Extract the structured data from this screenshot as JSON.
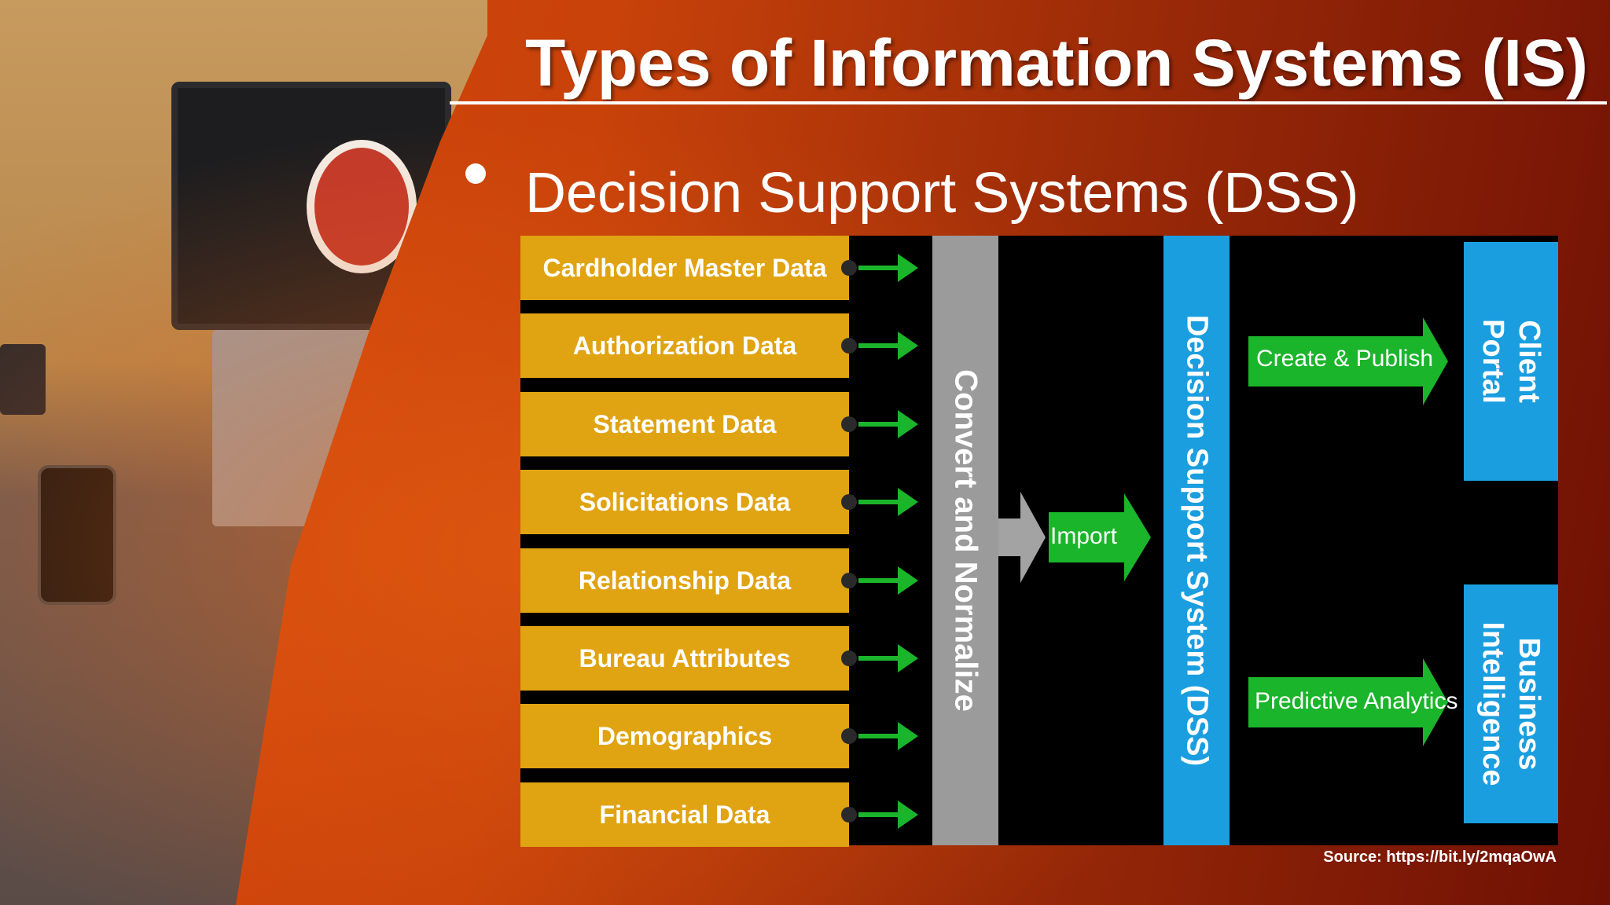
{
  "slide": {
    "title": "Types of Information Systems (IS)",
    "bullet": "Decision Support Systems (DSS)",
    "source": "Source: https://bit.ly/2mqaOwA"
  },
  "diagram": {
    "sources": [
      "Cardholder Master Data",
      "Authorization Data",
      "Statement Data",
      "Solicitations Data",
      "Relationship Data",
      "Bureau Attributes",
      "Demographics",
      "Financial Data"
    ],
    "process": "Convert and Normalize",
    "import_label": "Import",
    "system": "Decision Support System (DSS)",
    "outputs": [
      {
        "label_line1": "Client",
        "label_line2": "Portal",
        "arrow_label": "Create & Publish"
      },
      {
        "label_line1": "Business",
        "label_line2": "Intelligence",
        "arrow_label": "Predictive Analytics"
      }
    ]
  },
  "colors": {
    "source_box": "#e0a312",
    "arrow_green": "#1bb52b",
    "process_bar": "#9b9b9b",
    "dss_blue": "#1a9ee0"
  }
}
